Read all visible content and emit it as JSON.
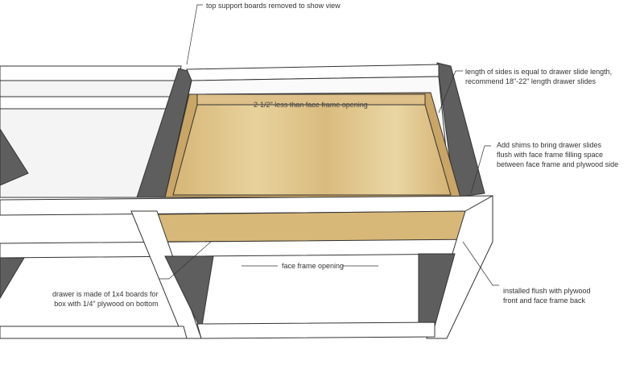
{
  "annotations": {
    "top_support": "top support boards removed to show view",
    "side_length_line1": "length of sides is equal to drawer slide length,",
    "side_length_line2": "recommend 18\"-22\" length drawer slides",
    "drawer_width": "2-1/2\" less than face frame opening",
    "shims_line1": "Add shims to bring drawer slides",
    "shims_line2": "flush with face frame filling space",
    "shims_line3": "between face frame and plywood side",
    "face_frame_opening": "face frame opening",
    "drawer_made_line1": "drawer is made of 1x4 boards for",
    "drawer_made_line2": "box with 1/4\" plywood on bottom",
    "installed_line1": "installed flush with plywood",
    "installed_line2": "front and face frame back"
  },
  "colors": {
    "wood": "#d8b878",
    "wood_light": "#e6cf98",
    "panel_gray": "#5e5e5e",
    "frame_white": "#ffffff",
    "line": "#333333"
  }
}
